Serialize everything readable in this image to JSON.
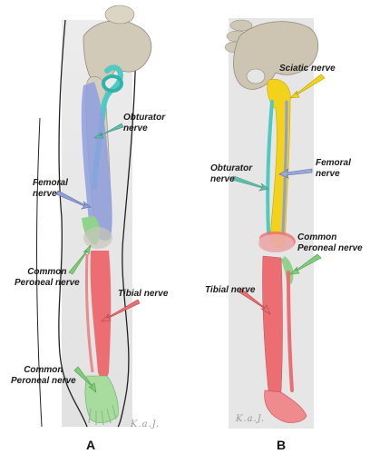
{
  "panel_a": {
    "caption": "A",
    "labels": {
      "obturator": "Obturator\nnerve",
      "femoral": "Femoral\nnerve",
      "common_peroneal_upper": "Common\nPeroneal nerve",
      "tibial": "Tibial nerve",
      "common_peroneal_lower": "Common\nPeroneal nerve"
    },
    "signature": "K.a.J."
  },
  "panel_b": {
    "caption": "B",
    "labels": {
      "sciatic": "Sciatic nerve",
      "obturator": "Obturator\nnerve",
      "femoral": "Femoral\nnerve",
      "common_peroneal": "Common\nPeroneal nerve",
      "tibial": "Tibial nerve"
    },
    "signature": "K.a.J."
  },
  "colors": {
    "obturator": "#4fc9c1",
    "femoral": "#8f9fde",
    "sciatic": "#f2d21a",
    "common_peroneal": "#8fd48a",
    "tibial": "#ec6e72",
    "bone": "#cfc7b5",
    "panel_bg": "#e7e7e7"
  }
}
